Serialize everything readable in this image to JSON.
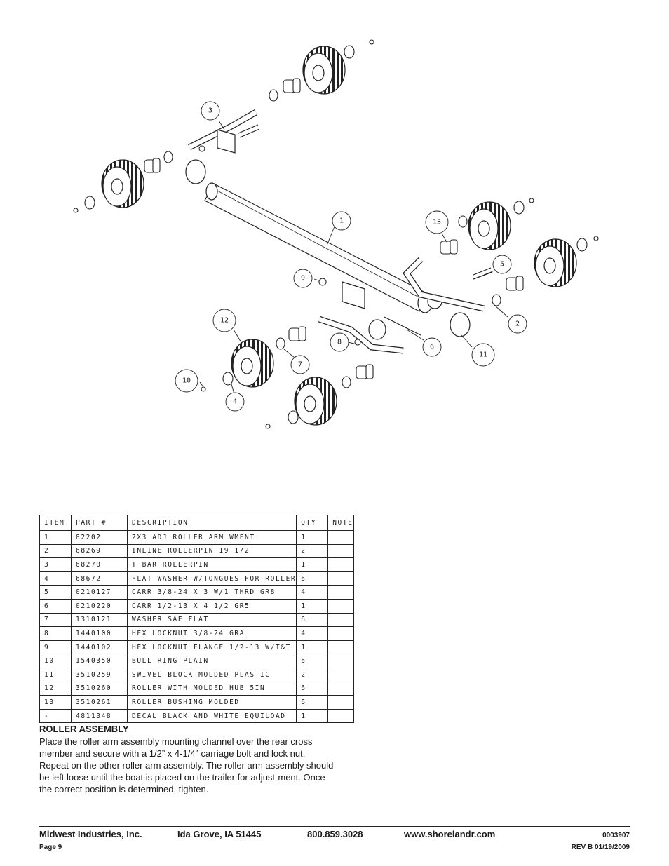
{
  "callouts": [
    "1",
    "2",
    "3",
    "4",
    "5",
    "6",
    "7",
    "8",
    "9",
    "10",
    "11",
    "12",
    "13"
  ],
  "parts_table": {
    "headers": [
      "ITEM",
      "PART #",
      "DESCRIPTION",
      "QTY",
      "NOTE"
    ],
    "rows": [
      {
        "item": "1",
        "part": "82202",
        "description": "2X3 ADJ ROLLER ARM WMENT",
        "qty": "1",
        "note": ""
      },
      {
        "item": "2",
        "part": "68269",
        "description": "INLINE ROLLERPIN 19 1/2",
        "qty": "2",
        "note": ""
      },
      {
        "item": "3",
        "part": "68270",
        "description": "T BAR ROLLERPIN",
        "qty": "1",
        "note": ""
      },
      {
        "item": "4",
        "part": "68672",
        "description": "FLAT WASHER W/TONGUES FOR ROLLER",
        "qty": "6",
        "note": ""
      },
      {
        "item": "5",
        "part": "0210127",
        "description": "CARR 3/8-24 X 3 W/1 THRD GR8",
        "qty": "4",
        "note": ""
      },
      {
        "item": "6",
        "part": "0210220",
        "description": "CARR 1/2-13 X 4 1/2 GR5",
        "qty": "1",
        "note": ""
      },
      {
        "item": "7",
        "part": "1310121",
        "description": "WASHER SAE FLAT",
        "qty": "6",
        "note": ""
      },
      {
        "item": "8",
        "part": "1440100",
        "description": "HEX LOCKNUT 3/8-24 GRA",
        "qty": "4",
        "note": ""
      },
      {
        "item": "9",
        "part": "1440102",
        "description": "HEX LOCKNUT FLANGE 1/2-13 W/T&T",
        "qty": "1",
        "note": ""
      },
      {
        "item": "10",
        "part": "1540350",
        "description": "BULL RING PLAIN",
        "qty": "6",
        "note": ""
      },
      {
        "item": "11",
        "part": "3510259",
        "description": "SWIVEL BLOCK MOLDED PLASTIC",
        "qty": "2",
        "note": ""
      },
      {
        "item": "12",
        "part": "3510260",
        "description": "ROLLER WITH MOLDED HUB  5IN",
        "qty": "6",
        "note": ""
      },
      {
        "item": "13",
        "part": "3510261",
        "description": "ROLLER BUSHING MOLDED",
        "qty": "6",
        "note": ""
      },
      {
        "item": "-",
        "part": "4811348",
        "description": "DECAL BLACK AND WHITE EQUILOAD",
        "qty": "1",
        "note": ""
      }
    ]
  },
  "section": {
    "heading": "ROLLER ASSEMBLY",
    "body": "Place the roller arm assembly mounting channel over the rear cross member and secure with a 1/2” x 4-1/4” carriage bolt and lock nut. Repeat on the other roller arm assembly. The roller arm assembly should be left loose until the boat is placed on the trailer for adjust-ment. Once the correct position is determined, tighten."
  },
  "footer": {
    "company": "Midwest Industries, Inc.",
    "location": "Ida Grove, IA  51445",
    "phone": "800.859.3028",
    "website": "www.shorelandr.com",
    "doc_number": "0003907",
    "page": "Page 9",
    "revision": "REV B  01/19/2009"
  }
}
